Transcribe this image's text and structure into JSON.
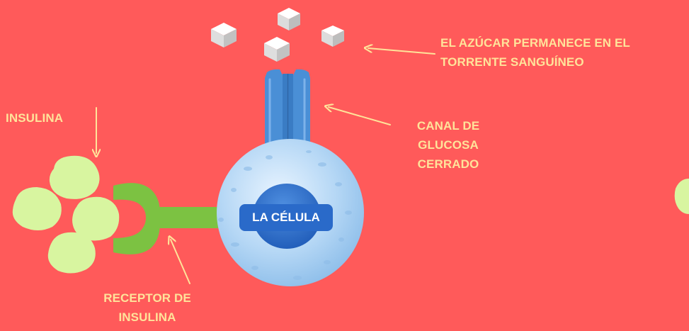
{
  "labels": {
    "sugar_line1": "EL AZÚCAR PERMANECE EN EL",
    "sugar_line2": "TORRENTE SANGUÍNEO",
    "insulin": "INSULINA",
    "channel_line1": "CANAL DE",
    "channel_line2": "GLUCOSA",
    "channel_line3": "CERRADO",
    "cell": "LA CÉLULA",
    "receptor_line1": "RECEPTOR DE",
    "receptor_line2": "INSULINA"
  },
  "colors": {
    "background": "#ff5a5a",
    "label_text": "#ffe39a",
    "insulin": "#d8f5a0",
    "receptor": "#7cc242",
    "cell": "#b9daf6",
    "nucleus": "#2a6ac9",
    "channel": "#4a8fd6",
    "sugar_cube": "#ffffff"
  },
  "icons": [
    "sugar-cube-icon",
    "insulin-molecule-icon",
    "cell-icon",
    "glucose-channel-icon",
    "receptor-icon",
    "arrow-icon"
  ]
}
